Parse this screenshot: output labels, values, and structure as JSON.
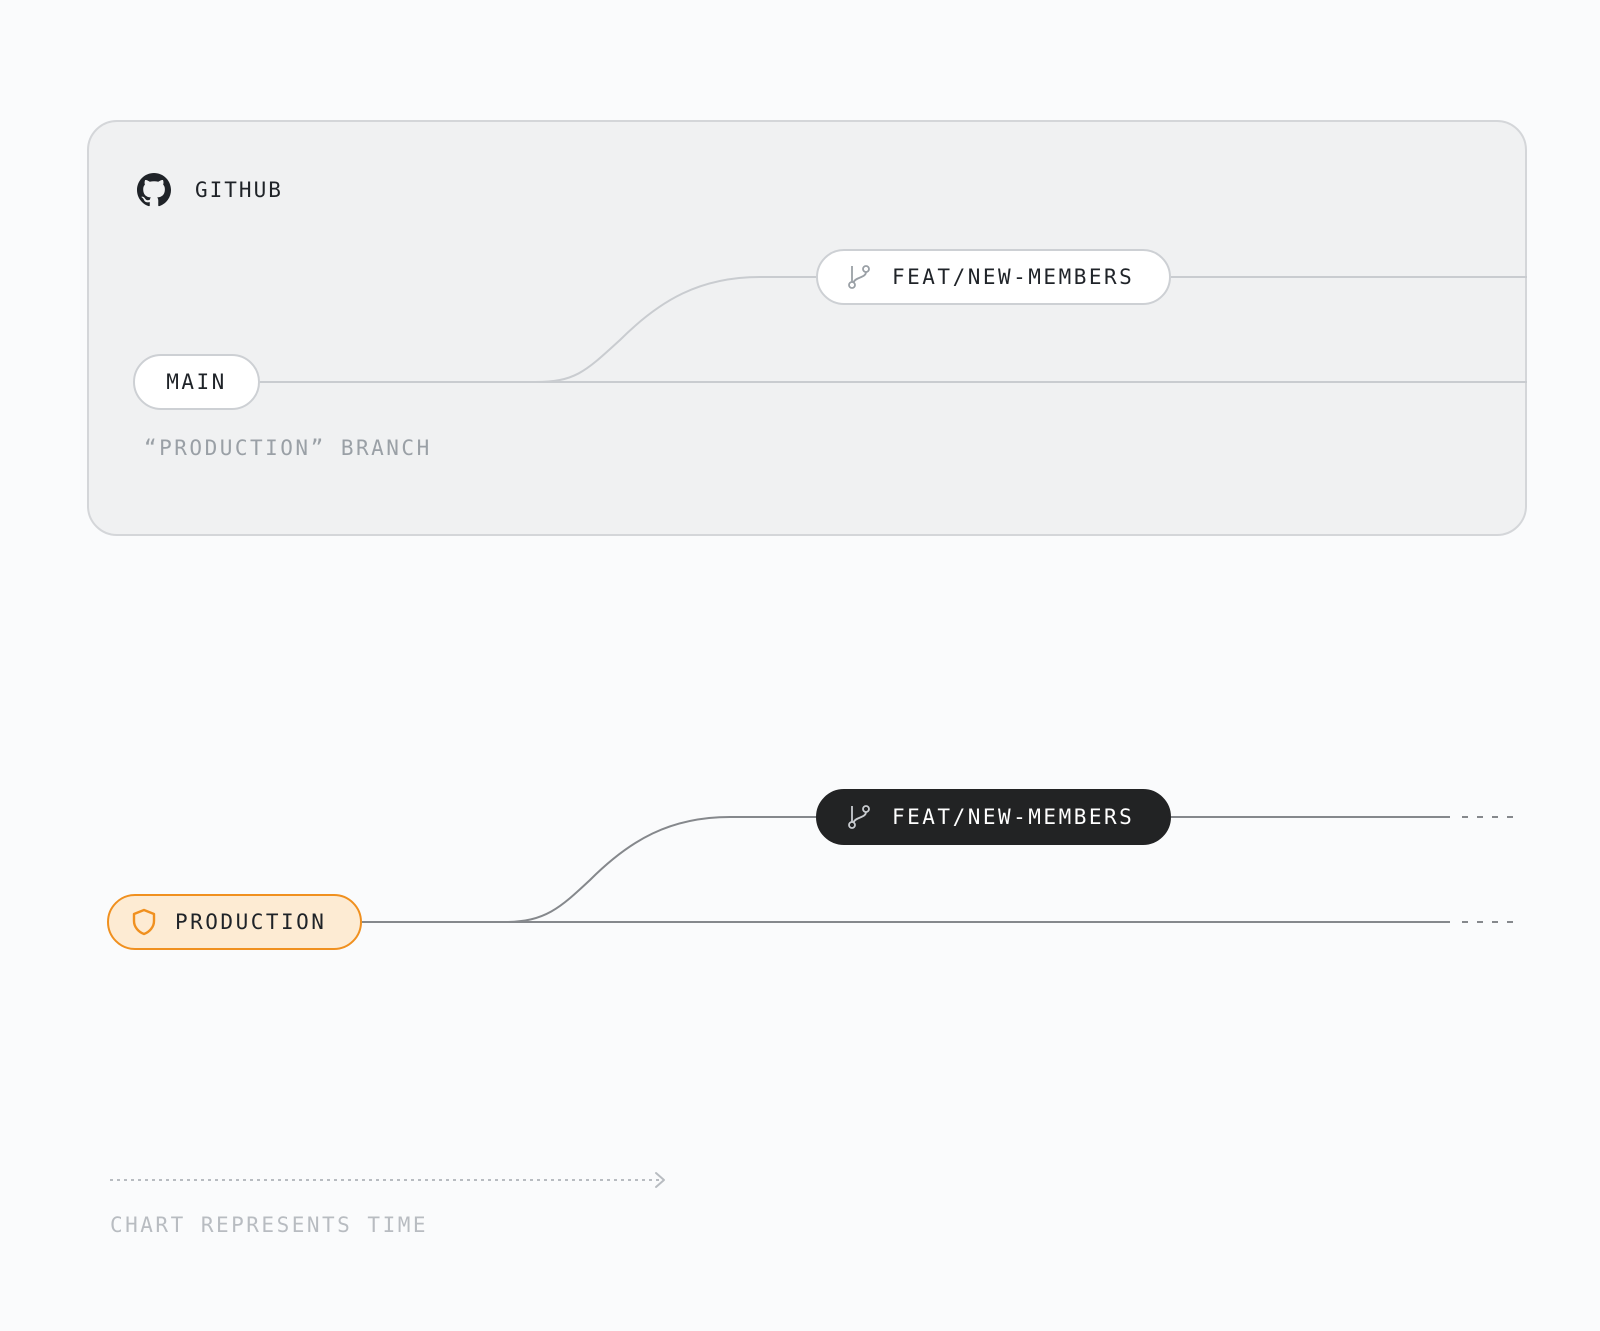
{
  "github_panel": {
    "title": "GITHUB",
    "icon": "github-icon",
    "main_branch_label": "MAIN",
    "feature_branch_label": "FEAT/NEW-MEMBERS",
    "main_caption": "“PRODUCTION” BRANCH"
  },
  "lower_diagram": {
    "production_label": "PRODUCTION",
    "production_icon": "shield-icon",
    "feature_branch_label": "FEAT/NEW-MEMBERS",
    "feature_icon": "git-branch-icon"
  },
  "timeline": {
    "caption": "CHART REPRESENTS TIME"
  },
  "colors": {
    "background": "#fafbfc",
    "panel": "#f0f1f2",
    "production_accent": "#f0901f",
    "production_fill": "#fdebd3",
    "dark_pill": "#222324"
  }
}
